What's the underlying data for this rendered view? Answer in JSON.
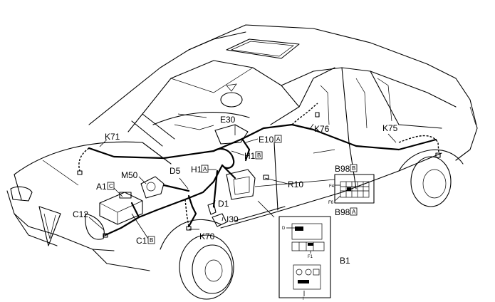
{
  "labels": {
    "E30": "E30",
    "K71": "K71",
    "K76": "K76",
    "K75": "K75",
    "E10": "E10",
    "E10_box": "A",
    "H1_right": "H1",
    "H1_right_box": "B",
    "H1_left": "H1",
    "H1_left_box": "A",
    "D5": "D5",
    "M50": "M50",
    "A1": "A1",
    "A1_box": "C",
    "C12": "C12",
    "C1": "C1",
    "C1_box": "B",
    "D1": "D1",
    "I30": "I30",
    "K70": "K70",
    "R10": "R10",
    "B98_top": "B98",
    "B98_top_box": "B",
    "B98_bottom": "B98",
    "B98_bottom_box": "A",
    "F4": "F4",
    "F6": "F6",
    "B1": "B1",
    "F1": "F1",
    "inset_D": "D",
    "inset_I": "I"
  }
}
